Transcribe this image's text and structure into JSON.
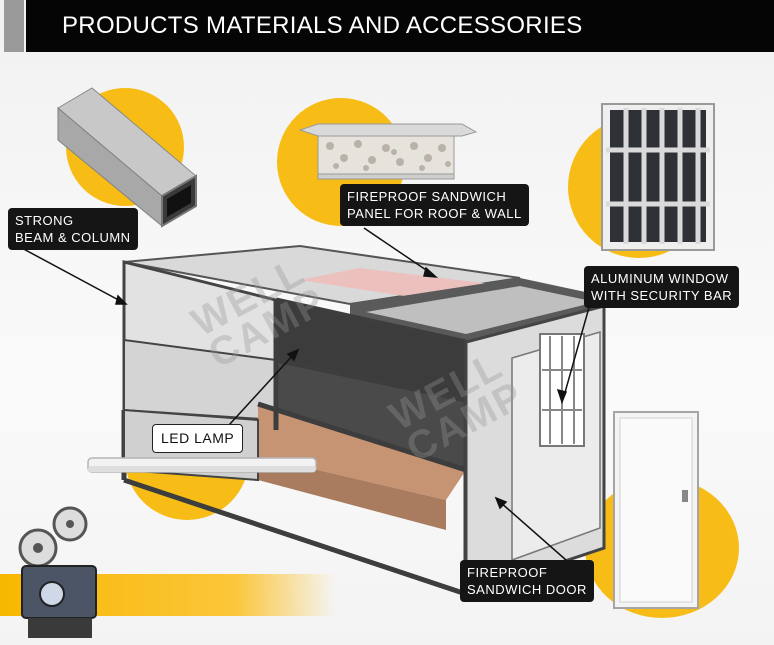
{
  "header": {
    "title": "PRODUCTS MATERIALS AND ACCESSORIES"
  },
  "callouts": {
    "beam_line1": "STRONG",
    "beam_line2": "BEAM & COLUMN",
    "panel_line1": "FIREPROOF SANDWICH",
    "panel_line2": "PANEL FOR ROOF & WALL",
    "window_line1": "ALUMINUM WINDOW",
    "window_line2": "WITH SECURITY BAR",
    "lamp": "LED LAMP",
    "door_line1": "FIREPROOF",
    "door_line2": "SANDWICH DOOR"
  },
  "watermark": {
    "line1": "WELL",
    "line2": "CAMP"
  },
  "colors": {
    "accent_yellow": "#f7bd16",
    "header_black": "#050505",
    "header_grey": "#9a9a9a",
    "panel_pink": "#ecc0bd"
  },
  "icons": [
    "steel-tube-icon",
    "sandwich-panel-icon",
    "security-window-icon",
    "led-tube-icon",
    "door-icon",
    "film-projector-icon"
  ]
}
